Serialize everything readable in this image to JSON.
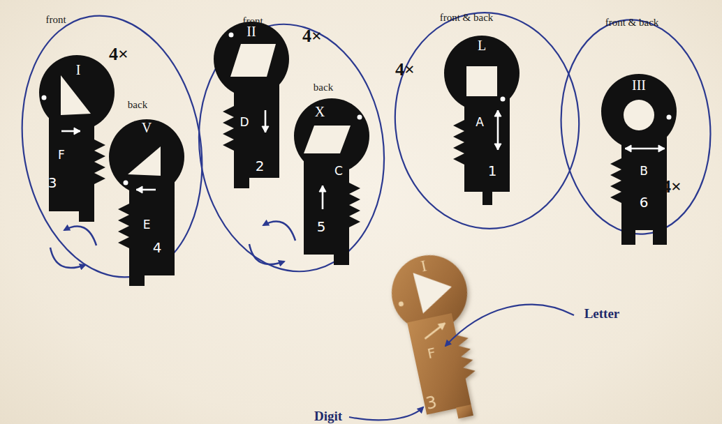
{
  "diagram": {
    "nodes": [
      {
        "text": [
          "front",
          "4×",
          "back"
        ]
      },
      {
        "text": [
          "I",
          "F",
          "3"
        ],
        "in": 0
      },
      {
        "text": [
          "V",
          "E",
          "4"
        ],
        "in": 0
      },
      {
        "text": [
          "front",
          "4×",
          "back"
        ]
      },
      {
        "text": [
          "II",
          "D",
          "2"
        ],
        "in": 3
      },
      {
        "text": [
          "X",
          "C",
          "5"
        ],
        "in": 3
      },
      {
        "text": [
          "front & back",
          "4×"
        ]
      },
      {
        "text": [
          "L",
          "A",
          "1"
        ],
        "in": 6
      },
      {
        "text": [
          "front & back",
          "4×"
        ]
      },
      {
        "text": [
          "III",
          "B",
          "6"
        ],
        "in": 8
      },
      {
        "text": [
          "I",
          "F",
          "3"
        ]
      }
    ],
    "labels": [
      "Letter",
      "Digit"
    ]
  }
}
